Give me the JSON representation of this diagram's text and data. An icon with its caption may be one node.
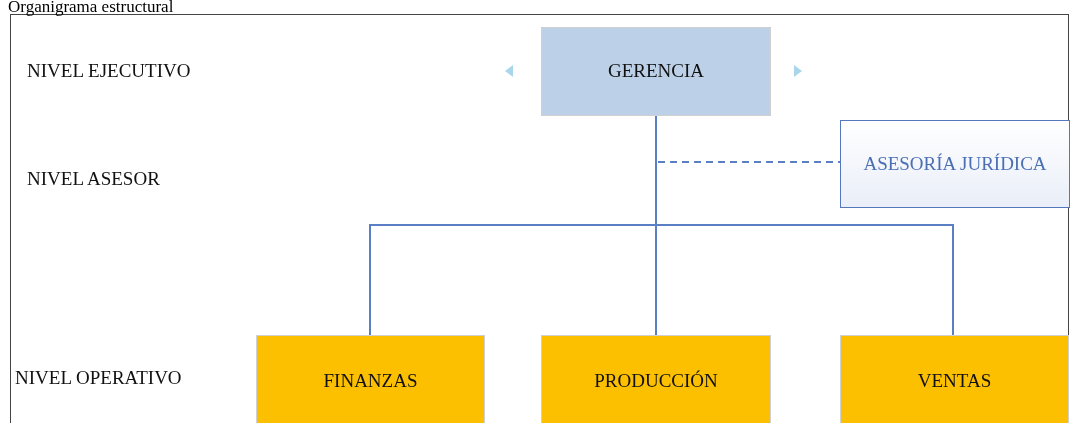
{
  "diagram": {
    "title": "Organigrama estructural",
    "nodes": [
      {
        "text": [
          "GERENCIA"
        ]
      },
      {
        "text": [
          "ASESORÍA JURÍDICA"
        ]
      },
      {
        "text": [
          "FINANZAS"
        ]
      },
      {
        "text": [
          "PRODUCCIÓN"
        ]
      },
      {
        "text": [
          "VENTAS"
        ]
      }
    ],
    "edges": [
      {
        "from": 0,
        "to": 1,
        "arrow": "none",
        "style": "dashed"
      },
      {
        "from": 0,
        "to": 2,
        "arrow": "none"
      },
      {
        "from": 0,
        "to": 3,
        "arrow": "none"
      },
      {
        "from": 0,
        "to": 4,
        "arrow": "none"
      }
    ],
    "labels": [
      "NIVEL EJECUTIVO",
      "NIVEL ASESOR",
      "NIVEL OPERATIVO"
    ]
  }
}
